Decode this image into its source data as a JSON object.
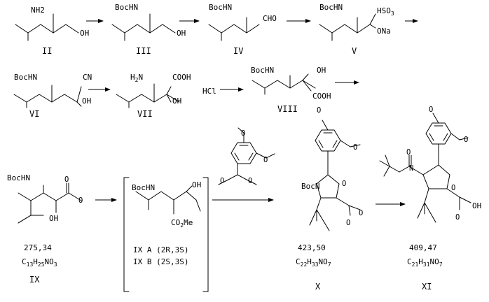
{
  "scheme": {
    "row1": {
      "II": {
        "label": "II",
        "amine": "NH2",
        "alcohol": "OH"
      },
      "III": {
        "label": "III",
        "amine": "BocHN",
        "alcohol": "OH"
      },
      "IV": {
        "label": "IV",
        "amine": "BocHN",
        "aldehyde": "CHO"
      },
      "V": {
        "label": "V",
        "amine": "BocHN",
        "sulfonate": "HSO3",
        "salt": "ONa"
      }
    },
    "row2": {
      "VI": {
        "label": "VI",
        "amine": "BocHN",
        "nitrile": "CN",
        "alcohol": "OH"
      },
      "VII": {
        "label": "VII",
        "amine": "H2N",
        "acid": "COOH",
        "alcohol": "OH"
      },
      "reagent_hcl": "HCl",
      "VIII": {
        "label": "VIII",
        "amine": "BocHN",
        "alcohol": "OH",
        "acid": "COOH"
      }
    },
    "row3": {
      "IX": {
        "label": "IX",
        "amine": "BocHN",
        "alcohol": "OH",
        "mw": "275,34",
        "formula": "C13H25NO3"
      },
      "bracket": {
        "amine": "BocHN",
        "alcohol": "OH",
        "ester": "CO2Me",
        "isomer_a": "IX A (2R,3S)",
        "isomer_b": "IX B (2S,3S)"
      },
      "reagent_acetal": {
        "methoxy": "O"
      },
      "X": {
        "label": "X",
        "boc_n": "BocN",
        "mw": "423,50",
        "formula": "C22H33NO7"
      },
      "XI": {
        "label": "XI",
        "acid": "OH",
        "mw": "409,47",
        "formula": "C21H31NO7"
      }
    }
  }
}
